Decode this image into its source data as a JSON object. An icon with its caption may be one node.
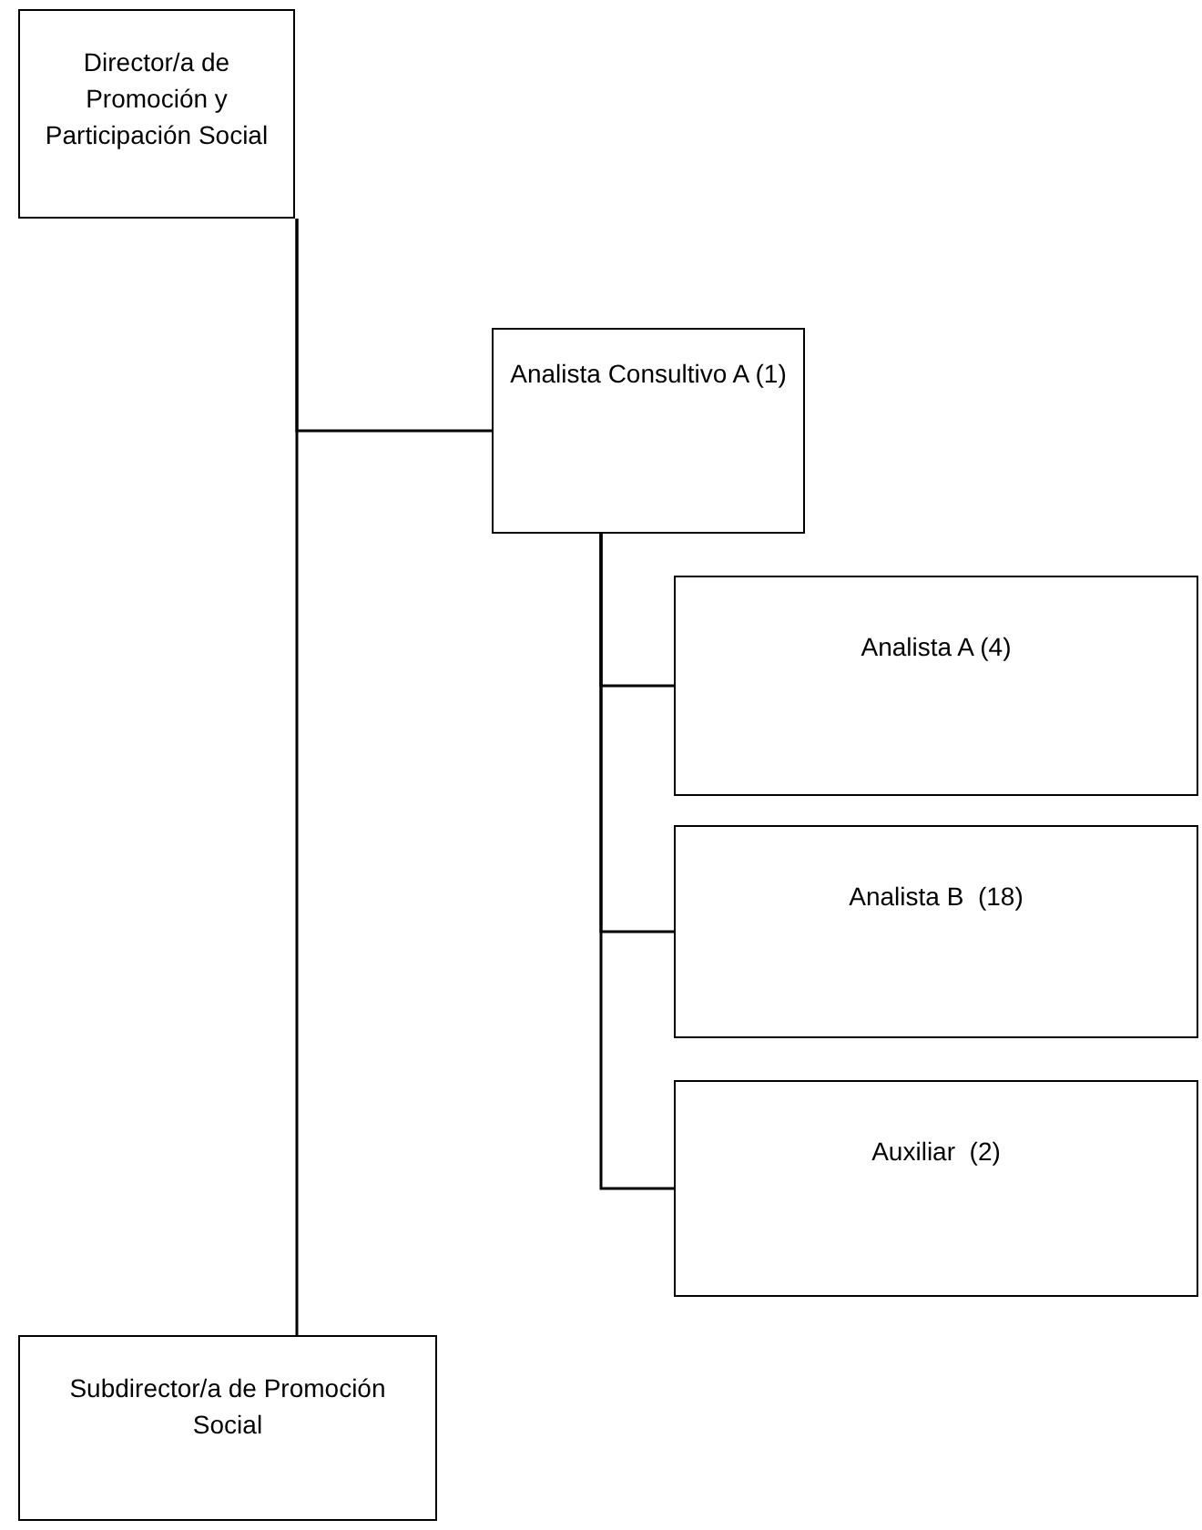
{
  "diagram": {
    "nodes": [
      {
        "text": [
          "Director/a de Promoción y Participación Social"
        ]
      },
      {
        "text": [
          "Analista Consultivo A (1)"
        ]
      },
      {
        "text": [
          "Analista A (4)"
        ]
      },
      {
        "text": [
          "Analista B  (18)"
        ]
      },
      {
        "text": [
          "Auxiliar  (2)"
        ]
      },
      {
        "text": [
          "Subdirector/a de Promoción Social"
        ]
      }
    ],
    "edges": [
      {
        "from": 0,
        "to": 1,
        "arrow": "none"
      },
      {
        "from": 0,
        "to": 5,
        "arrow": "none"
      },
      {
        "from": 1,
        "to": 2,
        "arrow": "none"
      },
      {
        "from": 1,
        "to": 3,
        "arrow": "none"
      },
      {
        "from": 1,
        "to": 4,
        "arrow": "none"
      }
    ]
  }
}
